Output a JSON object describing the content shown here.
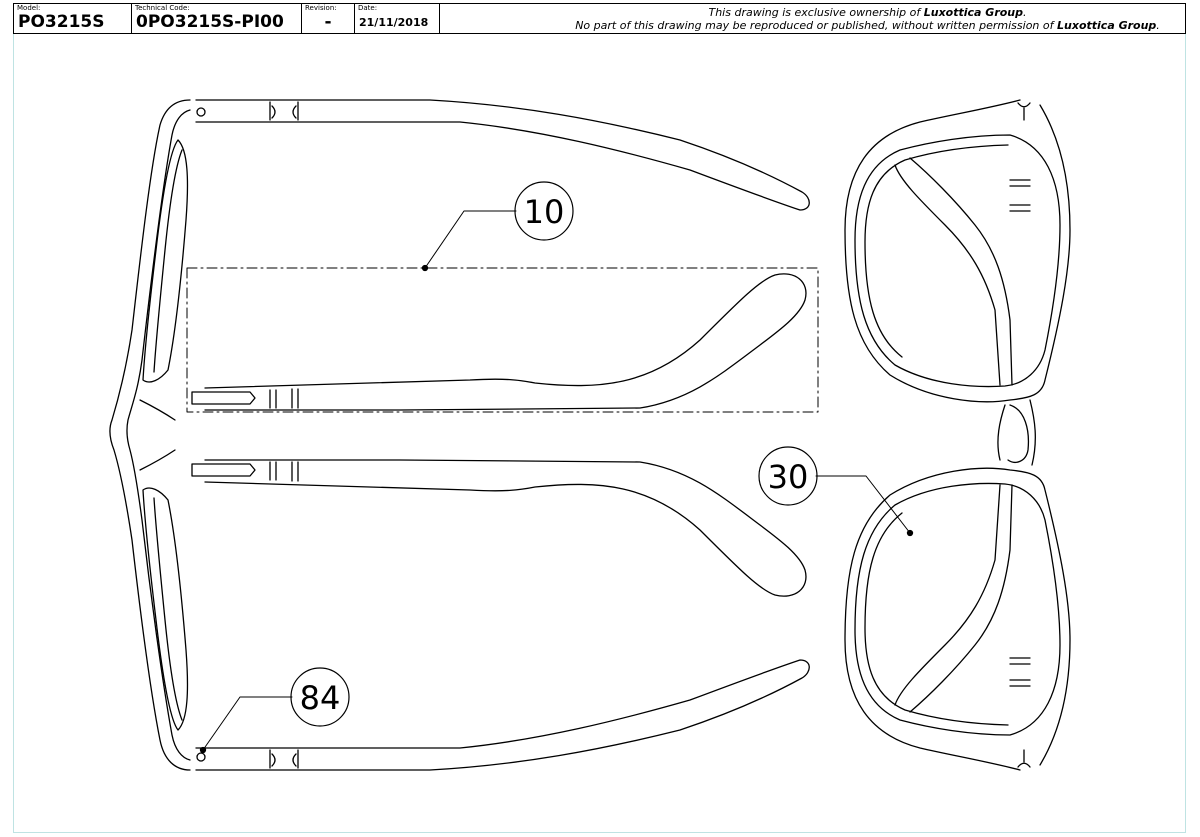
{
  "title_block": {
    "model_label": "Model:",
    "model_value": "PO3215S",
    "technical_code_label": "Technical Code:",
    "technical_code_value": "0PO3215S-PI00",
    "revision_label": "Revision:",
    "revision_value": "-",
    "date_label": "Date:",
    "date_value": "21/11/2018",
    "notice_line1_prefix": "This drawing is exclusive ownership of ",
    "notice_line1_owner": "Luxottica Group",
    "notice_line1_suffix": ".",
    "notice_line2_prefix": "No part of this drawing may be reproduced or published, without written permission of ",
    "notice_line2_owner": "Luxottica Group",
    "notice_line2_suffix": "."
  },
  "callouts": {
    "temple": "10",
    "lens": "30",
    "hinge_screw": "84"
  },
  "colors": {
    "line": "#000000",
    "border_accent": "#bfe3e3"
  }
}
